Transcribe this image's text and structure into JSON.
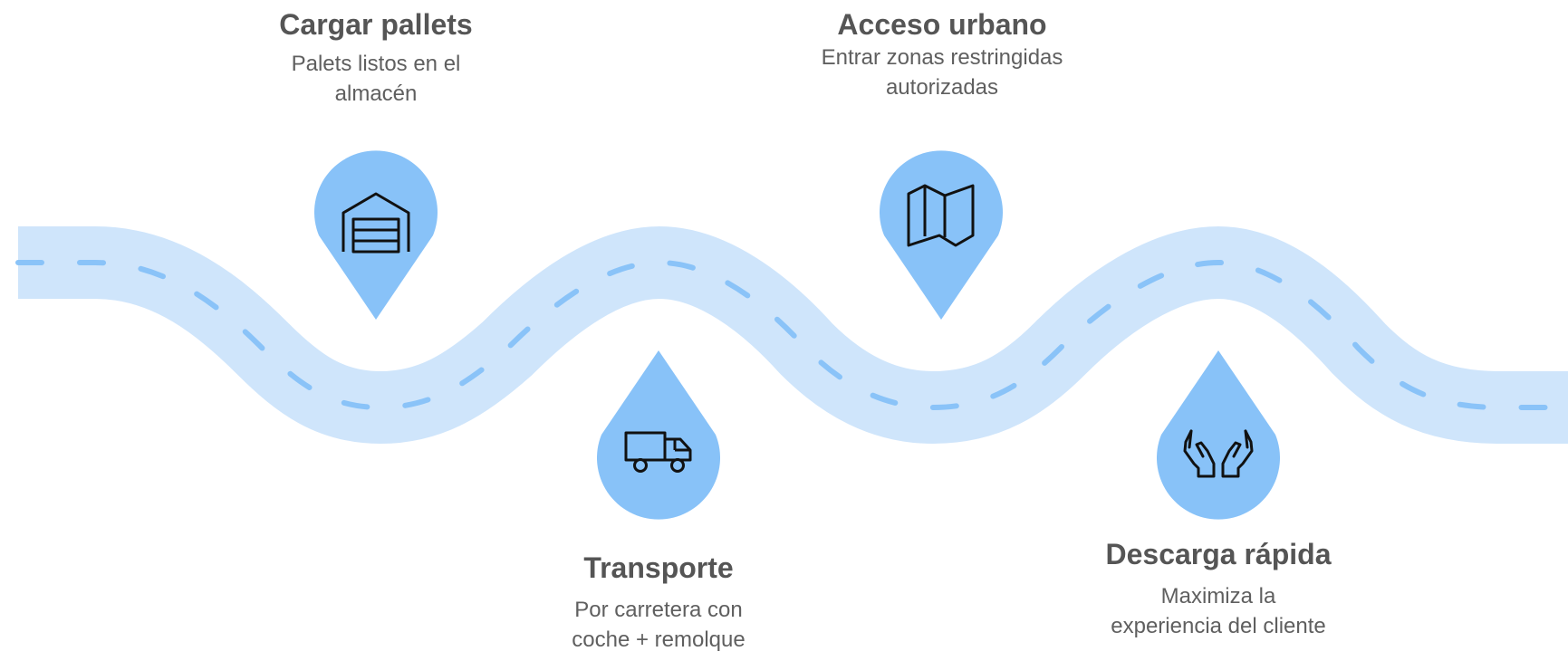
{
  "colors": {
    "road": "#cfe5fb",
    "dash": "#8ac3f8",
    "pin": "#88c2f8",
    "icon": "#111111",
    "title_text": "#555555",
    "desc_text": "#5f5f5f"
  },
  "steps": [
    {
      "title": "Cargar pallets",
      "description_lines": [
        "Palets listos en el",
        "almacén"
      ],
      "icon": "warehouse-icon",
      "pin_direction": "down"
    },
    {
      "title": "Transporte",
      "description_lines": [
        "Por carretera con",
        "coche + remolque"
      ],
      "icon": "truck-icon",
      "pin_direction": "up"
    },
    {
      "title": "Acceso urbano",
      "description_lines": [
        "Entrar zonas restringidas",
        "autorizadas"
      ],
      "icon": "map-icon",
      "pin_direction": "down"
    },
    {
      "title": "Descarga rápida",
      "description_lines": [
        "Maximiza la",
        "experiencia del cliente"
      ],
      "icon": "hands-icon",
      "pin_direction": "up"
    }
  ]
}
